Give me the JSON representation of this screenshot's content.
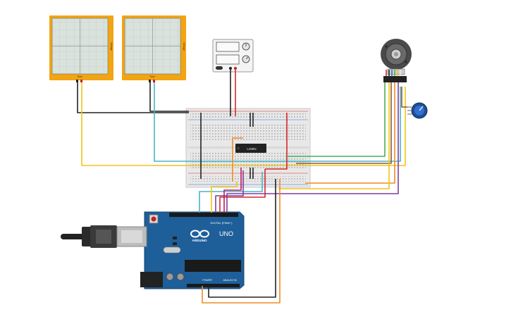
{
  "oscilloscopes": [
    {
      "side_label": "Voltage",
      "bottom_label": "Time"
    },
    {
      "side_label": "Voltage",
      "bottom_label": "Time"
    }
  ],
  "ic_chip": {
    "label": "L298N"
  },
  "arduino": {
    "logo": "ARDUINO",
    "model": "UNO",
    "digital_header": "DIGITAL (PWM~)",
    "power_label": "POWER",
    "analog_label": "ANALOG IN"
  },
  "colors": {
    "board_blue": "#1e5f9a",
    "oscilloscope_frame": "#f2a413",
    "wire_black": "#222222",
    "wire_red": "#d62828",
    "wire_yellow": "#f0c419",
    "wire_cyan": "#4bb3c8",
    "wire_green": "#4caf50",
    "wire_orange": "#f08a24",
    "wire_purple": "#7b3fa0",
    "wire_brown": "#8b5a2b",
    "wire_blue": "#2f6fd6"
  }
}
